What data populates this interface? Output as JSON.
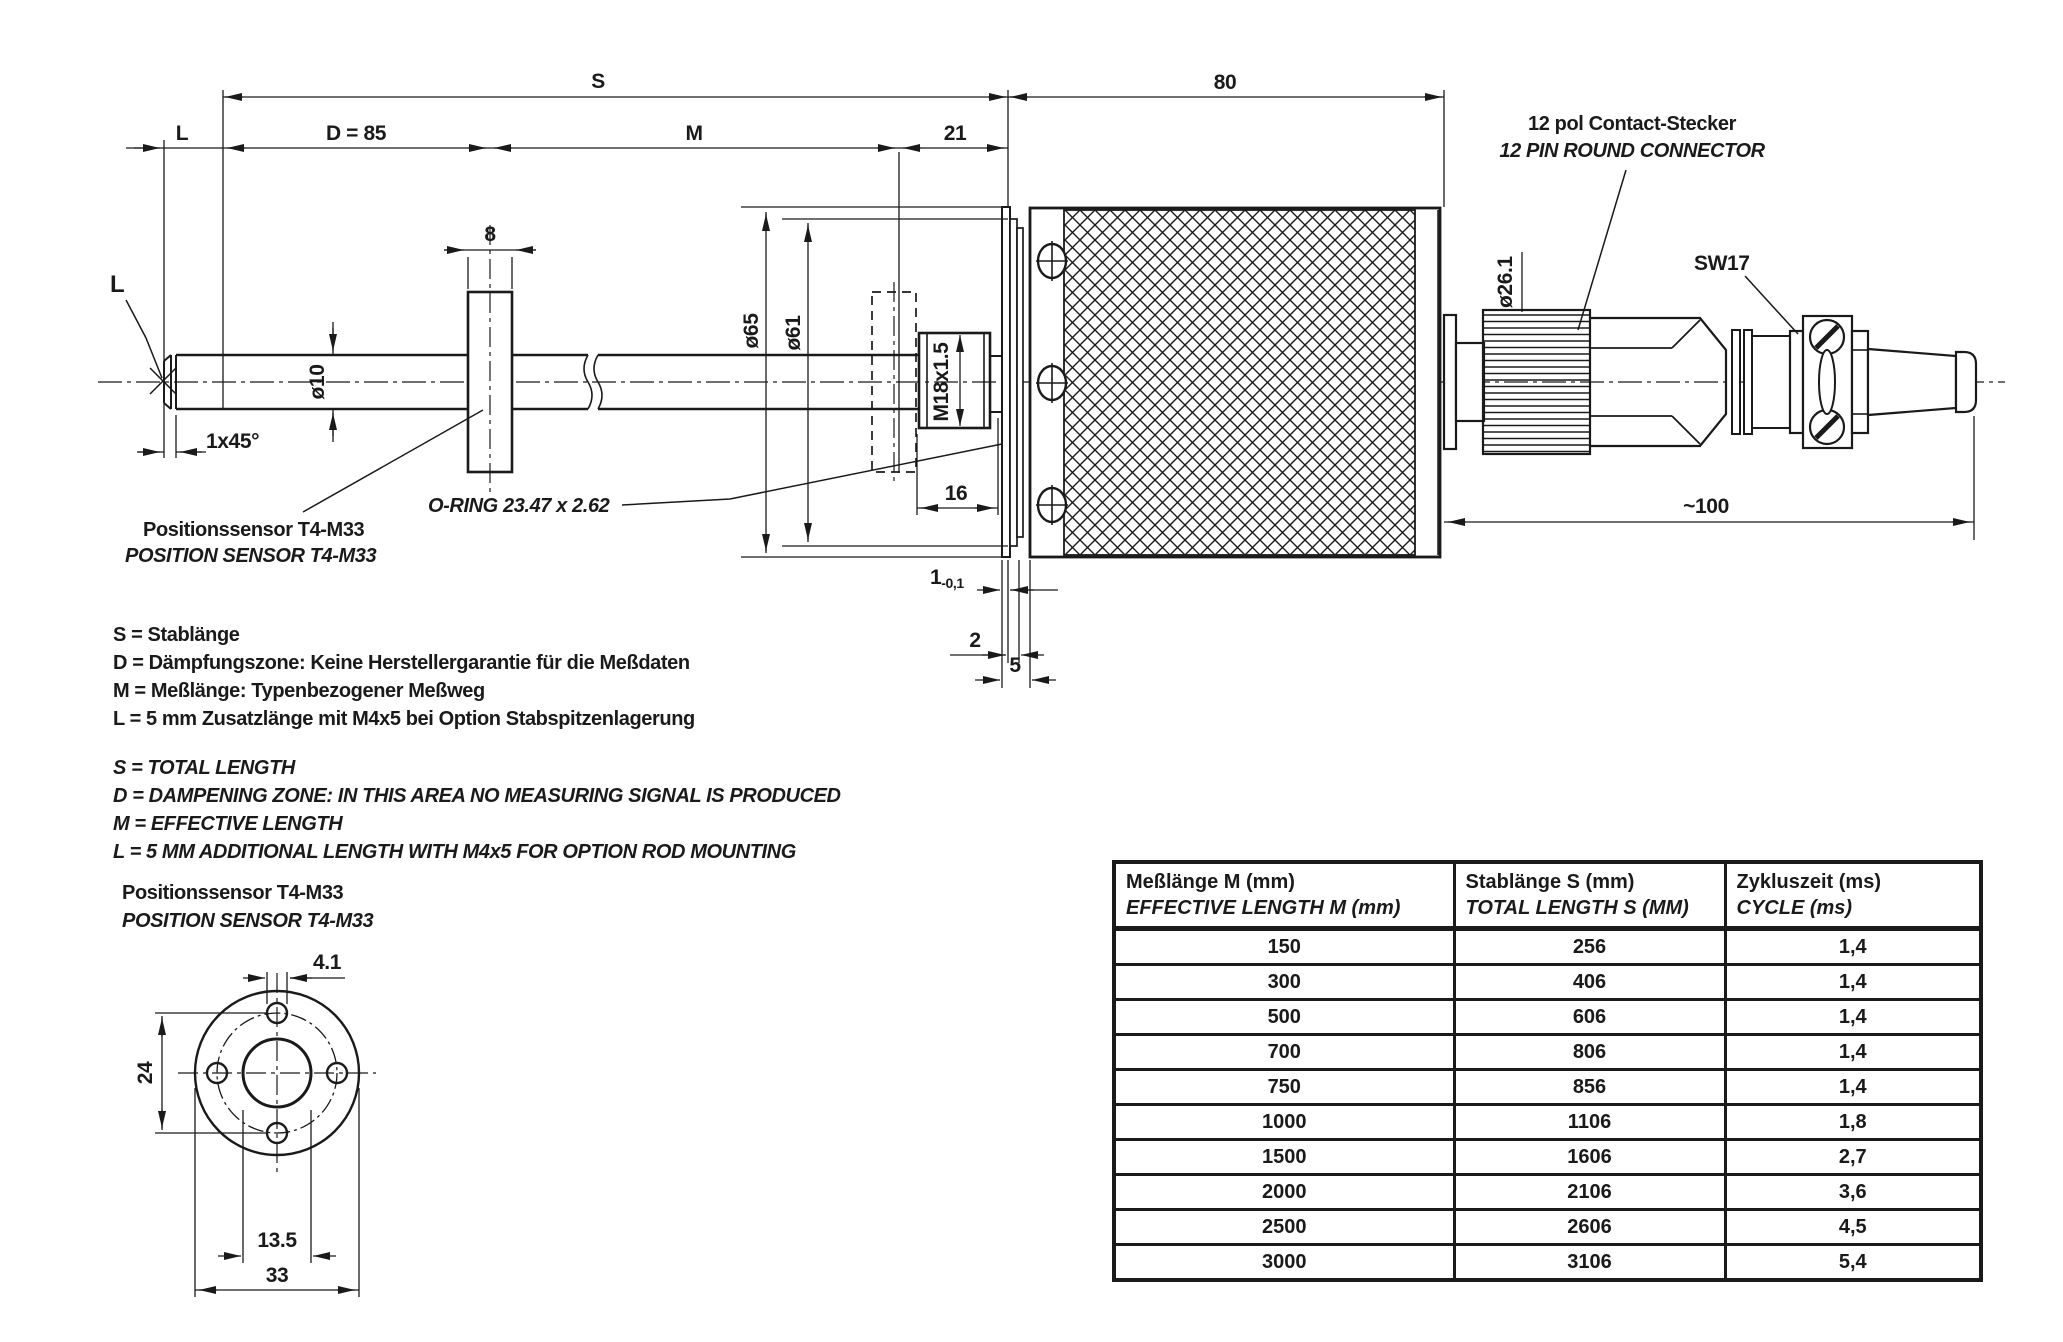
{
  "drawing": {
    "dims": {
      "total_length": "S",
      "additional_length": "L",
      "damping": "D = 85",
      "effective": "M",
      "n21": "21",
      "n80": "80",
      "flange_width": "8",
      "rod_dia": "ø10",
      "chamfer": "1x45°",
      "head_dia": "ø65",
      "pilot_dia": "ø61",
      "thread": "M18x1.5",
      "n16": "16",
      "plate": "1",
      "plate_tol": "-0,1",
      "n2": "2",
      "n5": "5",
      "ring_dia": "ø26.1",
      "wrench": "SW17",
      "conn_len": "~100"
    },
    "labels": {
      "rod_tip": "L",
      "oring": "O-RING 23.47 x 2.62",
      "connector_de": "12 pol Contact-Stecker",
      "connector_en": "12 PIN ROUND CONNECTOR",
      "sensor_de": "Positionssensor T4-M33",
      "sensor_en": "POSITION SENSOR T4-M33"
    },
    "legend_de": [
      "S = Stablänge",
      "D = Dämpfungszone: Keine Herstellergarantie für die Meßdaten",
      "M = Meßlänge: Typenbezogener Meßweg",
      "L = 5 mm Zusatzlänge mit M4x5 bei Option Stabspitzenlagerung"
    ],
    "legend_en": [
      "S = TOTAL LENGTH",
      "D = DAMPENING ZONE: IN THIS AREA NO MEASURING SIGNAL IS PRODUCED",
      "M = EFFECTIVE LENGTH",
      "L = 5 MM ADDITIONAL LENGTH WITH M4x5 FOR OPTION ROD MOUNTING"
    ],
    "detail": {
      "title_de": "Positionssensor T4-M33",
      "title_en": "POSITION SENSOR T4-M33",
      "hole_dia": "4.1",
      "bolt_circle": "24",
      "bore_dia": "13.5",
      "outer_dia": "33"
    }
  },
  "table": {
    "headers": [
      {
        "de": "Meßlänge M (mm)",
        "en": "EFFECTIVE LENGTH M (mm)"
      },
      {
        "de": "Stablänge S (mm)",
        "en": "TOTAL LENGTH S (MM)"
      },
      {
        "de": "Zykluszeit (ms)",
        "en": "CYCLE (ms)"
      }
    ],
    "rows": [
      [
        "150",
        "256",
        "1,4"
      ],
      [
        "300",
        "406",
        "1,4"
      ],
      [
        "500",
        "606",
        "1,4"
      ],
      [
        "700",
        "806",
        "1,4"
      ],
      [
        "750",
        "856",
        "1,4"
      ],
      [
        "1000",
        "1106",
        "1,8"
      ],
      [
        "1500",
        "1606",
        "2,7"
      ],
      [
        "2000",
        "2106",
        "3,6"
      ],
      [
        "2500",
        "2606",
        "4,5"
      ],
      [
        "3000",
        "3106",
        "5,4"
      ]
    ]
  },
  "colors": {
    "ink": "#1a1a1a",
    "paper": "#ffffff"
  }
}
